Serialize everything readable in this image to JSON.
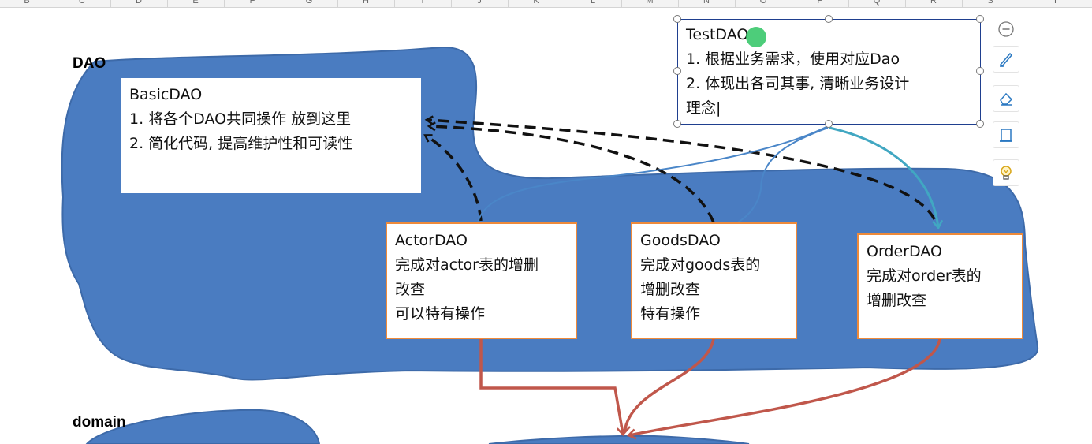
{
  "sheet": {
    "columns": [
      "B",
      "C",
      "D",
      "E",
      "F",
      "G",
      "H",
      "I",
      "J",
      "K",
      "L",
      "M",
      "N",
      "O",
      "P",
      "Q",
      "R",
      "S",
      "T"
    ]
  },
  "labels": {
    "dao": "DAO",
    "domain": "domain"
  },
  "boxes": {
    "basic_dao": {
      "title": "BasicDAO",
      "line1": "1. 将各个DAO共同操作 放到这里",
      "line2": "2.  简化代码, 提高维护性和可读性"
    },
    "test_dao": {
      "title": "TestDAO",
      "line1": "1. 根据业务需求，使用对应Dao",
      "line2": "2. 体现出各司其事, 清晰业务设计",
      "line3": "理念|"
    },
    "actor_dao": {
      "title": "ActorDAO",
      "line1": "完成对actor表的增删",
      "line2": "改查",
      "line3": "可以特有操作"
    },
    "goods_dao": {
      "title": "GoodsDAO",
      "line1": "完成对goods表的",
      "line2": "增删改查",
      "line3": "特有操作"
    },
    "order_dao": {
      "title": "OrderDAO",
      "line1": "完成对order表的",
      "line2": "增删改查"
    }
  },
  "toolbar": {
    "items": [
      "collapse-icon",
      "pen-icon",
      "eraser-icon",
      "frame-icon",
      "lightbulb-icon"
    ]
  },
  "colors": {
    "blob_fill": "#4a7cc1",
    "blob_stroke": "#3d6aa9",
    "orange_border": "#ee8a3a",
    "red_arrow": "#c0574b",
    "blue_arrow": "#4a86c8",
    "teal_arrow": "#41a7c2",
    "cursor_dot": "#2ec463"
  }
}
